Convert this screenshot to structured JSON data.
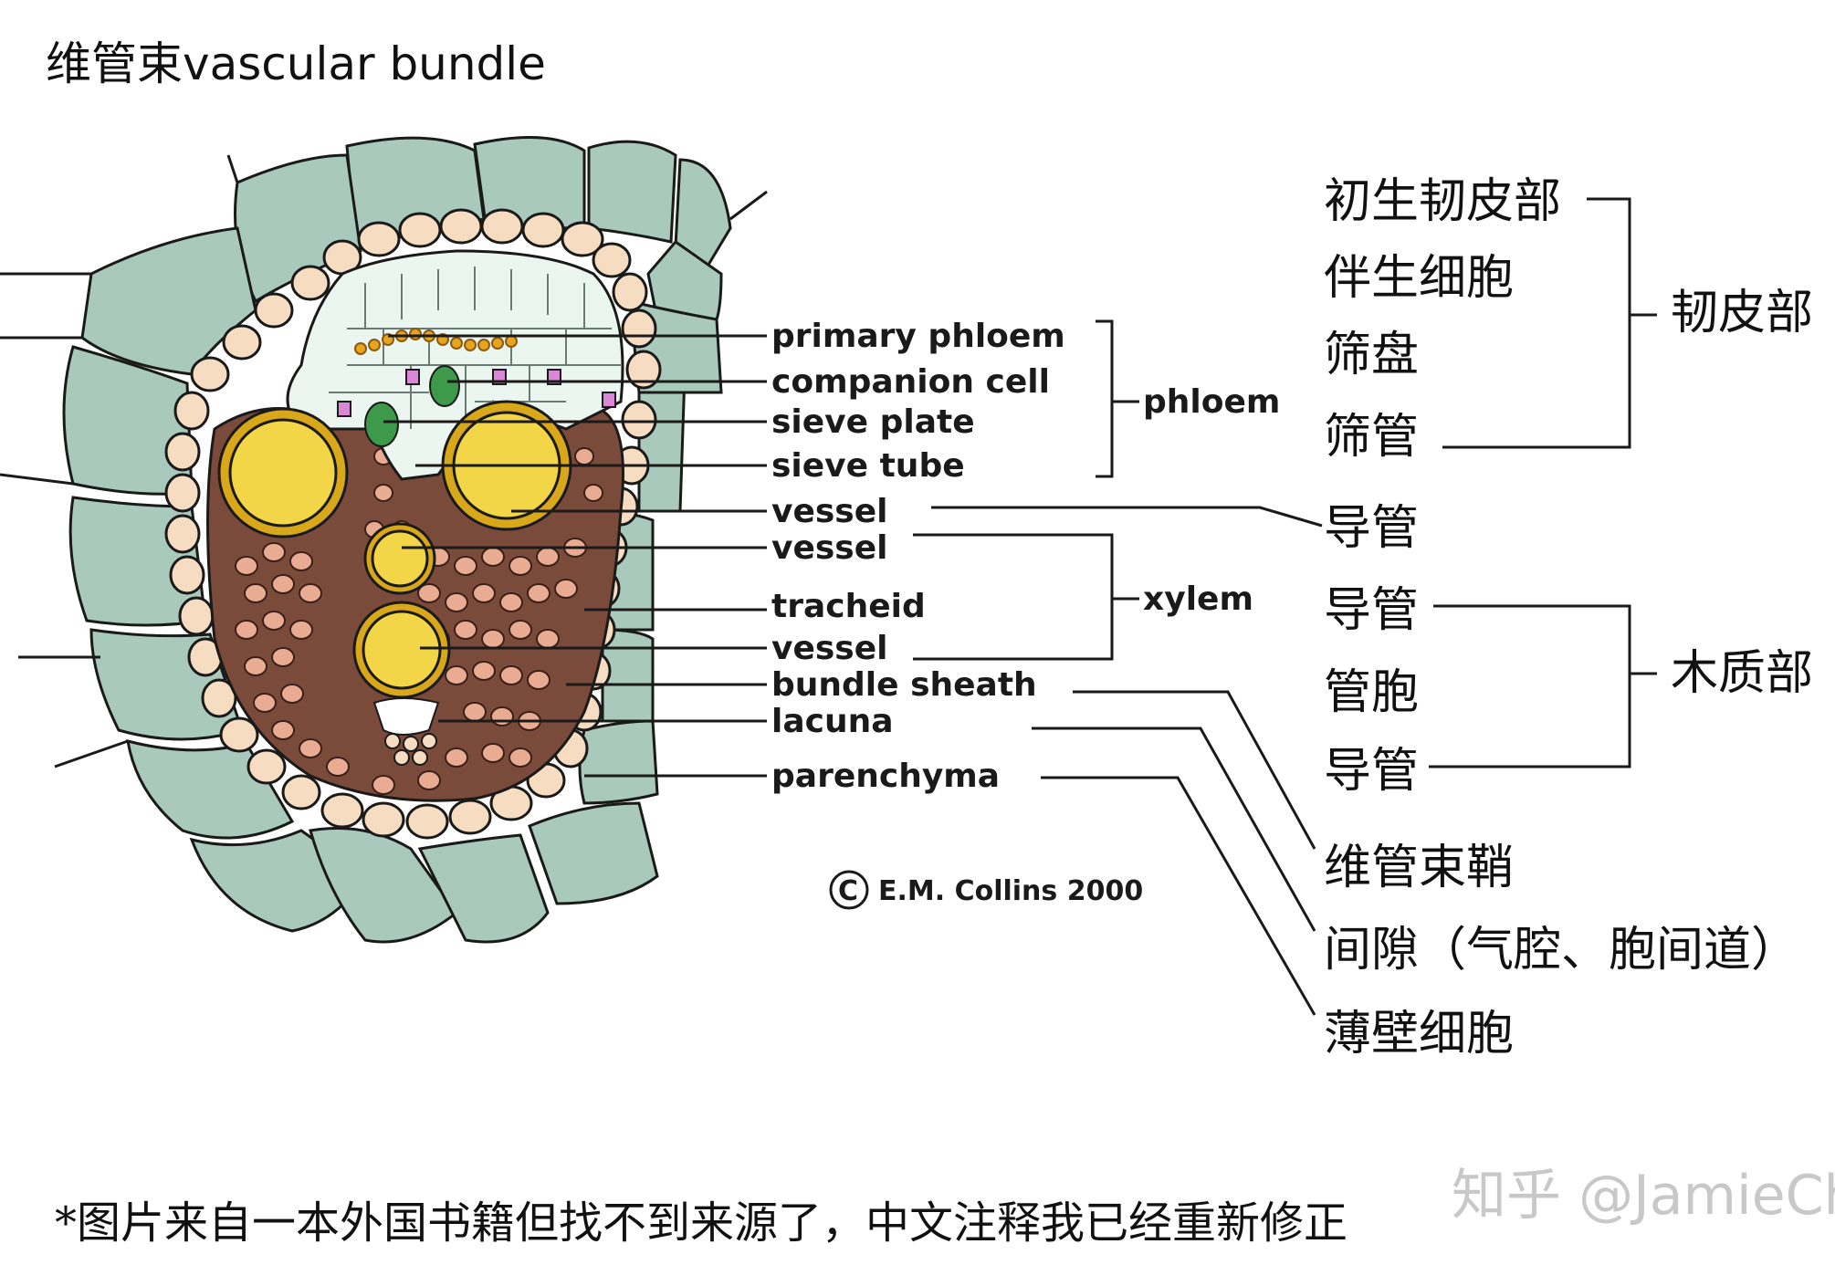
{
  "title": "维管束vascular bundle",
  "labels_en": {
    "primary_phloem": "primary phloem",
    "companion_cell": "companion cell",
    "sieve_plate": "sieve plate",
    "sieve_tube": "sieve tube",
    "vessel_1": "vessel",
    "vessel_2": "vessel",
    "tracheid": "tracheid",
    "vessel_3": "vessel",
    "bundle_sheath": "bundle sheath",
    "lacuna": "lacuna",
    "parenchyma": "parenchyma",
    "phloem": "phloem",
    "xylem": "xylem"
  },
  "labels_cn": {
    "primary_phloem": "初生韧皮部",
    "companion_cell": "伴生细胞",
    "sieve_plate": "筛盘",
    "sieve_tube": "筛管",
    "vessel_1": "导管",
    "vessel_2": "导管",
    "tracheid": "管胞",
    "vessel_3": "导管",
    "phloem": "韧皮部",
    "xylem": "木质部",
    "bundle_sheath": "维管束鞘",
    "lacuna": "间隙（气腔、胞间道）",
    "parenchyma": "薄壁细胞"
  },
  "copyright": "E.M. Collins 2000",
  "copyright_symbol": "C",
  "footnote": "*图片来自一本外国书籍但找不到来源了，中文注释我已经重新修正",
  "watermark": "知乎 @JamieChu",
  "colors": {
    "parenchyma": "#a8c9bb",
    "bundle_sheath": "#f6dcc0",
    "phloem_cells": "#ecf6f1",
    "companion_cells": "#3d9a4a",
    "sieve_plate": "#e6a51d",
    "pink_cells": "#d987d6",
    "xylem_fill": "#7a4a3a",
    "tracheid_cells": "#e9ac93",
    "vessel_fill": "#f3d548",
    "vessel_ring": "#d8a81a",
    "outline": "#1a1a1a"
  }
}
